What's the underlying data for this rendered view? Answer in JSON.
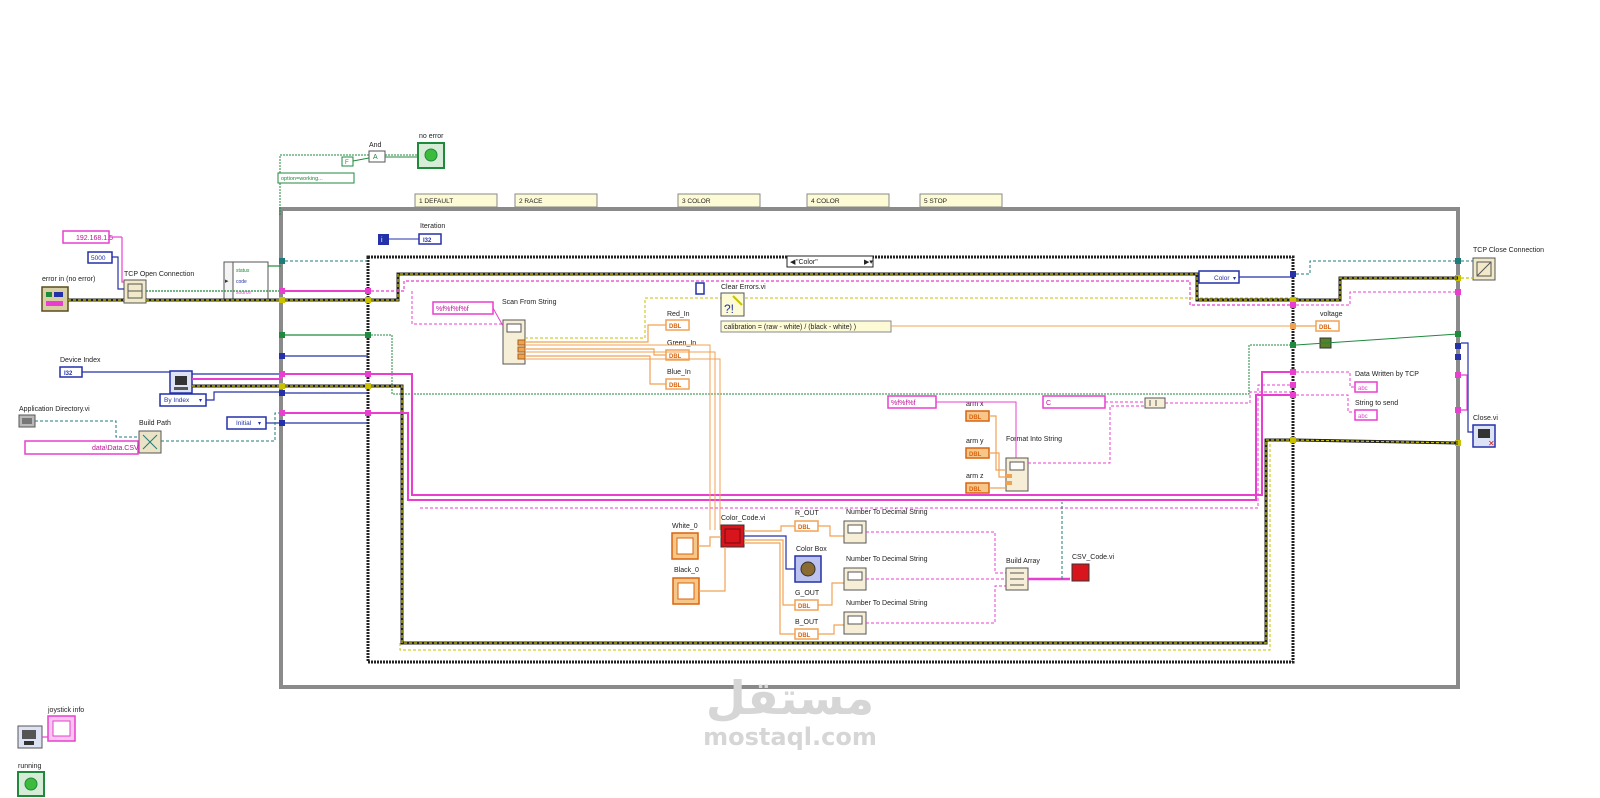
{
  "frames": {
    "tabs": [
      "1 DEFAULT",
      "2 RACE",
      "3 COLOR",
      "4 COLOR",
      "5 STOP"
    ]
  },
  "case_selector": "\"Color\"",
  "top": {
    "and_label": "And",
    "false_const": "F",
    "no_error_label": "no error",
    "option_label": "option=working..."
  },
  "tcp": {
    "ip": "192.168.1.5",
    "port": "5000",
    "error_in": "error in (no error)",
    "open_label": "TCP Open Connection",
    "unbundle_items": [
      "status",
      "code",
      "source"
    ],
    "close_label": "TCP Close Connection"
  },
  "device": {
    "index_label": "Device Index",
    "index_type": "I32",
    "by_index": "By Index",
    "initial": "Initial"
  },
  "paths": {
    "app_dir": "Application Directory.vi",
    "build_path": "Build Path",
    "csv_path": "data\\Data.CSV"
  },
  "loop": {
    "iteration": "Iteration",
    "iteration_type": "I32"
  },
  "scan": {
    "format": "%f%f%f%f",
    "label": "Scan From String",
    "outputs": [
      "Red_In",
      "Green_In",
      "Blue_In"
    ]
  },
  "clear_errors": "Clear Errors.vi",
  "calibration_formula": "calibration = (raw - white) / (black - white) )",
  "color_enum": "Color",
  "voltage": "voltage",
  "format_block": {
    "format": "%f%f%f",
    "label": "Format Into String",
    "inputs": [
      "arm x",
      "arm y",
      "arm z"
    ],
    "const": "C"
  },
  "data_written": "Data Written by TCP",
  "string_to_send": "String to send",
  "close_vi": "Close.vi",
  "color_code": {
    "label": "Color_Code.vi",
    "white": "White_0",
    "black": "Black_0",
    "outputs": [
      "R_OUT",
      "G_OUT",
      "B_OUT"
    ],
    "color_box": "Color Box",
    "num_to_dec": "Number To Decimal String",
    "build_array": "Build Array",
    "csv_code": "CSV_Code.vi"
  },
  "joystick": "joystick info",
  "running": "running",
  "types": {
    "dbl": "DBL",
    "abc": "abc"
  },
  "watermark": {
    "arabic": "مستقل",
    "latin": "mostaql.com"
  },
  "colors": {
    "string_wire": "#e83fd1",
    "error_wire": "#c9c100",
    "numeric_wire": "#f0a254",
    "ref_wire": "#1f8a3c",
    "int_wire": "#2431a8",
    "frame": "#8a8a8a",
    "case_border": "#222222"
  }
}
